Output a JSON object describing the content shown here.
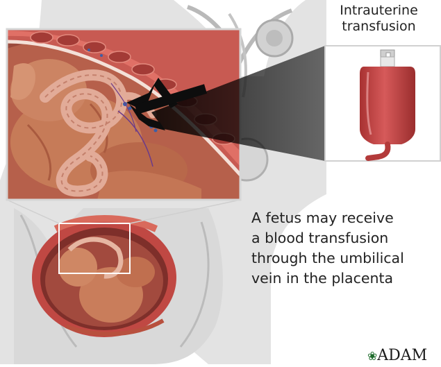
{
  "inset_title": {
    "line1": "Intrauterine",
    "line2": "transfusion"
  },
  "caption": {
    "line1": "A fetus may receive",
    "line2": "a blood transfusion",
    "line3": "through the umbilical",
    "line4": "vein in the placenta"
  },
  "logo": {
    "text": "ADAM"
  },
  "colors": {
    "uterine_muscle": "#c9504a",
    "amniotic_wall": "#8e3a32",
    "fetal_skin": "#c67b58",
    "umbilical_cord": "#d9a08d",
    "blood_bag": "#c04848",
    "arrow": "#111111",
    "body_gray": "#cfcfcf"
  }
}
